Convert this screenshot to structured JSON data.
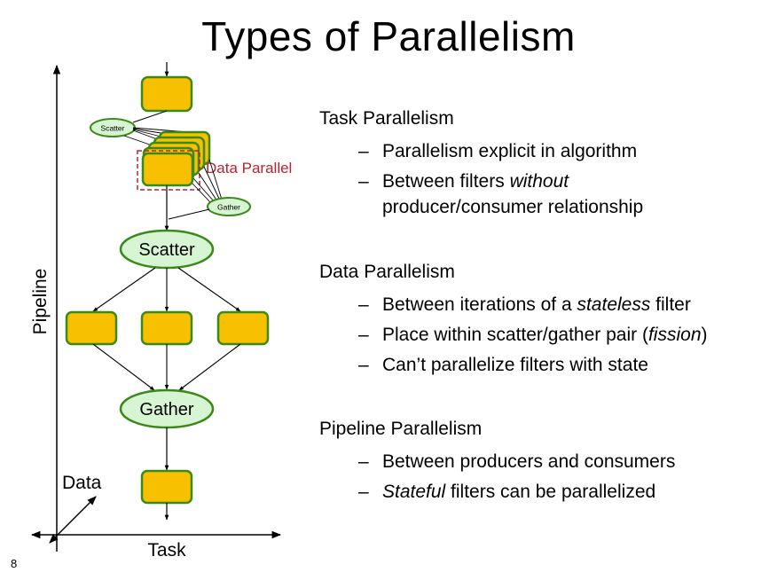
{
  "title": "Types of Parallelism",
  "page_number": "8",
  "colors": {
    "filter_fill": "#f7c000",
    "filter_stroke": "#3a8a1a",
    "node_fill": "#d7f5d2",
    "node_stroke": "#3a8a1a",
    "data_parallel": "#b3262e",
    "arrow": "#000000"
  },
  "diagram": {
    "axis_labels": {
      "pipeline": "Pipeline",
      "task": "Task",
      "data": "Data"
    },
    "nodes": {
      "scatter_small": "Scatter",
      "gather_small": "Gather",
      "scatter": "Scatter",
      "gather": "Gather"
    },
    "data_parallel_label": "Data Parallel"
  },
  "sections": [
    {
      "heading": "Task Parallelism",
      "bullets": [
        {
          "dash": "–",
          "parts": [
            {
              "text": "Parallelism explicit in algorithm",
              "italic": false
            }
          ]
        },
        {
          "dash": "–",
          "parts": [
            {
              "text": "Between filters ",
              "italic": false
            },
            {
              "text": "without",
              "italic": true
            }
          ]
        },
        {
          "dash": "",
          "parts": [
            {
              "text": "producer/consumer relationship",
              "italic": false
            }
          ]
        }
      ]
    },
    {
      "heading": "Data Parallelism",
      "bullets": [
        {
          "dash": "–",
          "parts": [
            {
              "text": "Between iterations of a ",
              "italic": false
            },
            {
              "text": "stateless",
              "italic": true
            },
            {
              "text": " filter",
              "italic": false
            }
          ]
        },
        {
          "dash": "–",
          "parts": [
            {
              "text": "Place within scatter/gather pair (",
              "italic": false
            },
            {
              "text": "fission",
              "italic": true
            },
            {
              "text": ")",
              "italic": false
            }
          ]
        },
        {
          "dash": "–",
          "parts": [
            {
              "text": "Can’t parallelize filters with state",
              "italic": false
            }
          ]
        }
      ]
    },
    {
      "heading": "Pipeline Parallelism",
      "bullets": [
        {
          "dash": "–",
          "parts": [
            {
              "text": "Between producers and consumers",
              "italic": false
            }
          ]
        },
        {
          "dash": "–",
          "parts": [
            {
              "text": "Stateful",
              "italic": true
            },
            {
              "text": " filters can be parallelized",
              "italic": false
            }
          ]
        }
      ]
    }
  ]
}
